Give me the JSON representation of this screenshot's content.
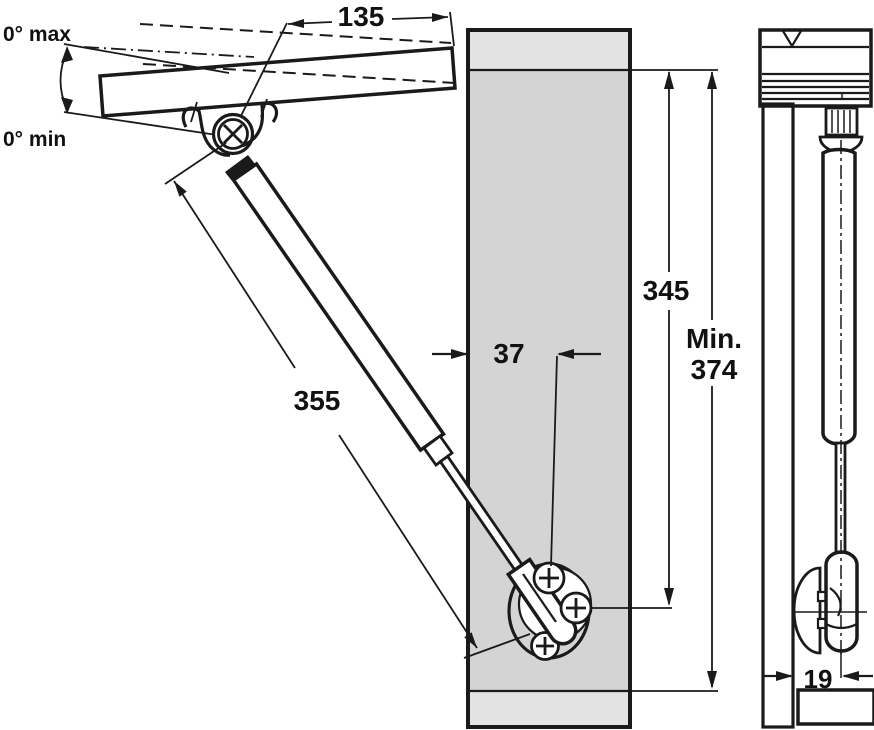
{
  "drawing": {
    "type": "technical-drawing",
    "subject": "flap stay gas strut installation, front and side views"
  },
  "colors": {
    "line": "#1a1a1a",
    "panel": "#d4d4d4",
    "panel_light": "#e3e3e3",
    "lid": "#dfdfdf",
    "white": "#ffffff"
  },
  "dimensions": {
    "lid_overhang": "135",
    "strut_length": "355",
    "mounting_offset": "37",
    "screw_center_height": "345",
    "min_height_label": "Min.",
    "min_height_value": "374",
    "axis_offset": "19",
    "angle_max": "0° max",
    "angle_min": "0° min"
  }
}
